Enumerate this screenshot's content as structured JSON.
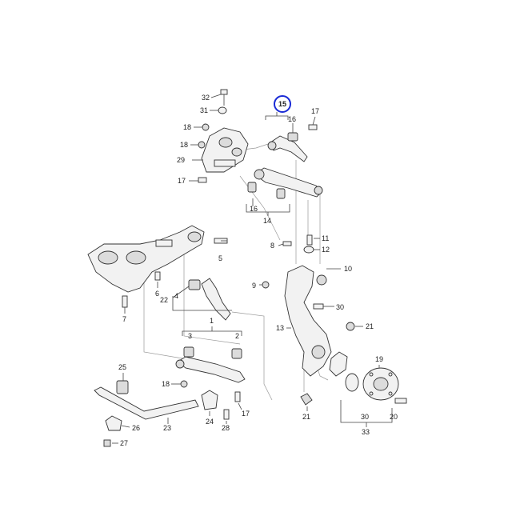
{
  "callouts": {
    "c32": "32",
    "c31": "31",
    "c18a": "18",
    "c18b": "18",
    "c29": "29",
    "c17a": "17",
    "c15": "15",
    "c16a": "16",
    "c17b": "17",
    "c16b": "16",
    "c14": "14",
    "c11": "11",
    "c8": "8",
    "c12": "12",
    "c5": "5",
    "c10": "10",
    "c9": "9",
    "c4": "4",
    "c22": "22",
    "c6": "6",
    "c7": "7",
    "c30a": "30",
    "c13": "13",
    "c1": "1",
    "c21a": "21",
    "c3": "3",
    "c2": "2",
    "c25": "25",
    "c18c": "18",
    "c19": "19",
    "c24": "24",
    "c17c": "17",
    "c26": "26",
    "c23": "23",
    "c28": "28",
    "c21b": "21",
    "c30b": "30",
    "c20": "20",
    "c33": "33",
    "c27": "27"
  },
  "highlight": {
    "label": "15",
    "color": "#1a2bd6"
  }
}
